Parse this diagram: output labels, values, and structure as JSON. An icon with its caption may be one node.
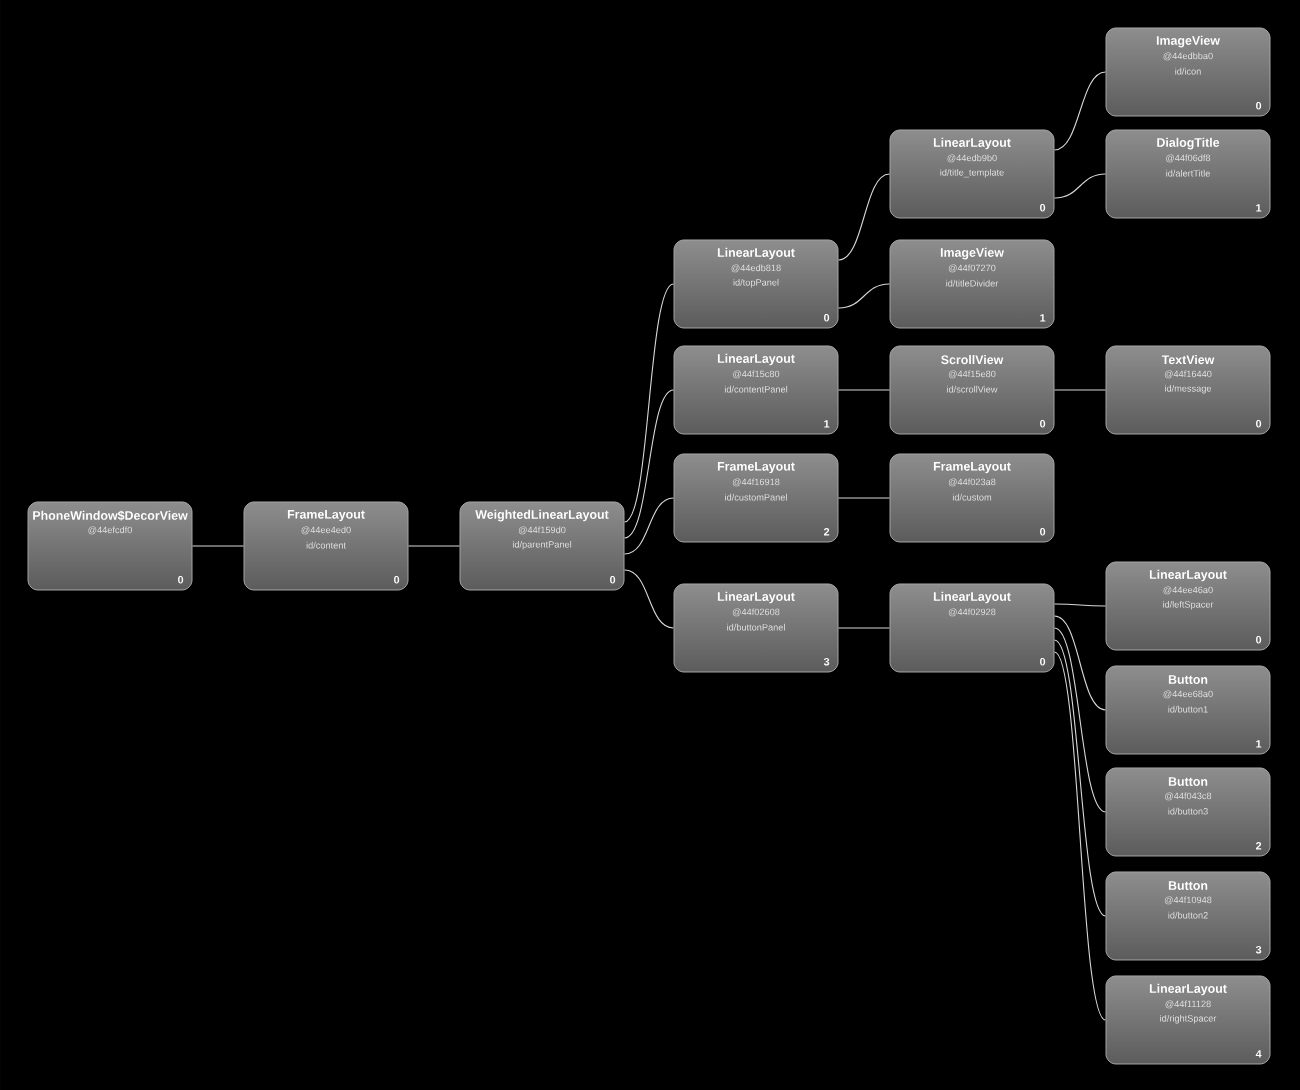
{
  "diagram": {
    "nodes": [
      {
        "text": [
          "PhoneWindow$DecorView",
          "@44efcdf0",
          "0"
        ]
      },
      {
        "text": [
          "FrameLayout",
          "@44ee4ed0",
          "id/content",
          "0"
        ]
      },
      {
        "text": [
          "WeightedLinearLayout",
          "@44f159d0",
          "id/parentPanel",
          "0"
        ]
      },
      {
        "text": [
          "LinearLayout",
          "@44edb818",
          "id/topPanel",
          "0"
        ]
      },
      {
        "text": [
          "LinearLayout",
          "@44f15c80",
          "id/contentPanel",
          "1"
        ]
      },
      {
        "text": [
          "FrameLayout",
          "@44f16918",
          "id/customPanel",
          "2"
        ]
      },
      {
        "text": [
          "LinearLayout",
          "@44f02608",
          "id/buttonPanel",
          "3"
        ]
      },
      {
        "text": [
          "LinearLayout",
          "@44edb9b0",
          "id/title_template",
          "0"
        ]
      },
      {
        "text": [
          "ImageView",
          "@44f07270",
          "id/titleDivider",
          "1"
        ]
      },
      {
        "text": [
          "ScrollView",
          "@44f15e80",
          "id/scrollView",
          "0"
        ]
      },
      {
        "text": [
          "FrameLayout",
          "@44f023a8",
          "id/custom",
          "0"
        ]
      },
      {
        "text": [
          "LinearLayout",
          "@44f02928",
          "0"
        ]
      },
      {
        "text": [
          "ImageView",
          "@44edbba0",
          "id/icon",
          "0"
        ]
      },
      {
        "text": [
          "DialogTitle",
          "@44f06df8",
          "id/alertTitle",
          "1"
        ]
      },
      {
        "text": [
          "TextView",
          "@44f16440",
          "id/message",
          "0"
        ]
      },
      {
        "text": [
          "LinearLayout",
          "@44ee46a0",
          "id/leftSpacer",
          "0"
        ]
      },
      {
        "text": [
          "Button",
          "@44ee68a0",
          "id/button1",
          "1"
        ]
      },
      {
        "text": [
          "Button",
          "@44f043c8",
          "id/button3",
          "2"
        ]
      },
      {
        "text": [
          "Button",
          "@44f10948",
          "id/button2",
          "3"
        ]
      },
      {
        "text": [
          "LinearLayout",
          "@44f11128",
          "id/rightSpacer",
          "4"
        ]
      }
    ],
    "edges": [
      {
        "from": 0,
        "to": 1,
        "arrow": "none"
      },
      {
        "from": 1,
        "to": 2,
        "arrow": "none"
      },
      {
        "from": 2,
        "to": 3,
        "arrow": "none"
      },
      {
        "from": 2,
        "to": 4,
        "arrow": "none"
      },
      {
        "from": 2,
        "to": 5,
        "arrow": "none"
      },
      {
        "from": 2,
        "to": 6,
        "arrow": "none"
      },
      {
        "from": 3,
        "to": 7,
        "arrow": "none"
      },
      {
        "from": 3,
        "to": 8,
        "arrow": "none"
      },
      {
        "from": 4,
        "to": 9,
        "arrow": "none"
      },
      {
        "from": 5,
        "to": 10,
        "arrow": "none"
      },
      {
        "from": 6,
        "to": 11,
        "arrow": "none"
      },
      {
        "from": 7,
        "to": 12,
        "arrow": "none"
      },
      {
        "from": 7,
        "to": 13,
        "arrow": "none"
      },
      {
        "from": 9,
        "to": 14,
        "arrow": "none"
      },
      {
        "from": 11,
        "to": 15,
        "arrow": "none"
      },
      {
        "from": 11,
        "to": 16,
        "arrow": "none"
      },
      {
        "from": 11,
        "to": 17,
        "arrow": "none"
      },
      {
        "from": 11,
        "to": 18,
        "arrow": "none"
      },
      {
        "from": 11,
        "to": 19,
        "arrow": "none"
      }
    ]
  }
}
